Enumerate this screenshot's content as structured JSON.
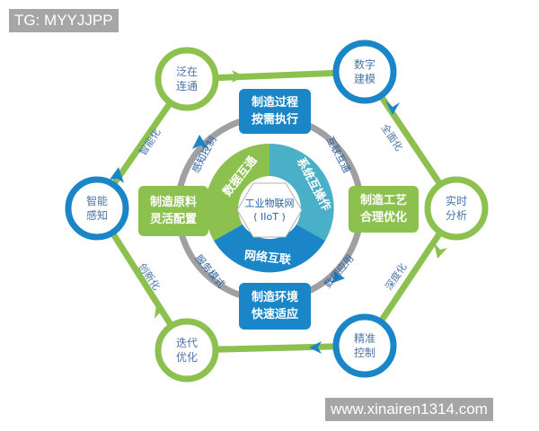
{
  "watermarks": {
    "top_left": "TG: MYYJJPP",
    "bottom_right": "www.xinairen1314.com"
  },
  "colors": {
    "green": "#8dc14f",
    "blue": "#1a86c8",
    "teal": "#4ab0c8",
    "gray_ring": "#a0a0a0",
    "text_blue": "#4a74a8"
  },
  "outer_nodes": [
    {
      "id": "pervasive",
      "line1": "泛在",
      "line2": "连通",
      "color": "green"
    },
    {
      "id": "digital-modeling",
      "line1": "数字",
      "line2": "建模",
      "color": "blue"
    },
    {
      "id": "realtime-analysis",
      "line1": "实时",
      "line2": "分析",
      "color": "green"
    },
    {
      "id": "precise-control",
      "line1": "精准",
      "line2": "控制",
      "color": "blue"
    },
    {
      "id": "iterative-optimization",
      "line1": "迭代",
      "line2": "优化",
      "color": "green"
    },
    {
      "id": "smart-sensing",
      "line1": "智能",
      "line2": "感知",
      "color": "blue"
    }
  ],
  "outer_edges": [
    {
      "label": "智能化"
    },
    {
      "label": "全面化"
    },
    {
      "label": "深度化"
    },
    {
      "label": "创新化"
    }
  ],
  "boxes": {
    "top": {
      "line1": "制造过程",
      "line2": "按需执行"
    },
    "right": {
      "line1": "制造工艺",
      "line2": "合理优化"
    },
    "bottom": {
      "line1": "制造环境",
      "line2": "快速适应"
    },
    "left": {
      "line1": "制造原料",
      "line2": "灵活配置"
    }
  },
  "ring_labels": {
    "top_left": "感知控制",
    "top_right": "互联互通",
    "bottom_right": "数据应用",
    "bottom_left": "服务模式"
  },
  "core_segments": {
    "green": "数据互通",
    "teal": "系统互操作",
    "blue": "网络互联"
  },
  "core": {
    "line1": "工业物联网",
    "line2": "( IIoT )"
  }
}
